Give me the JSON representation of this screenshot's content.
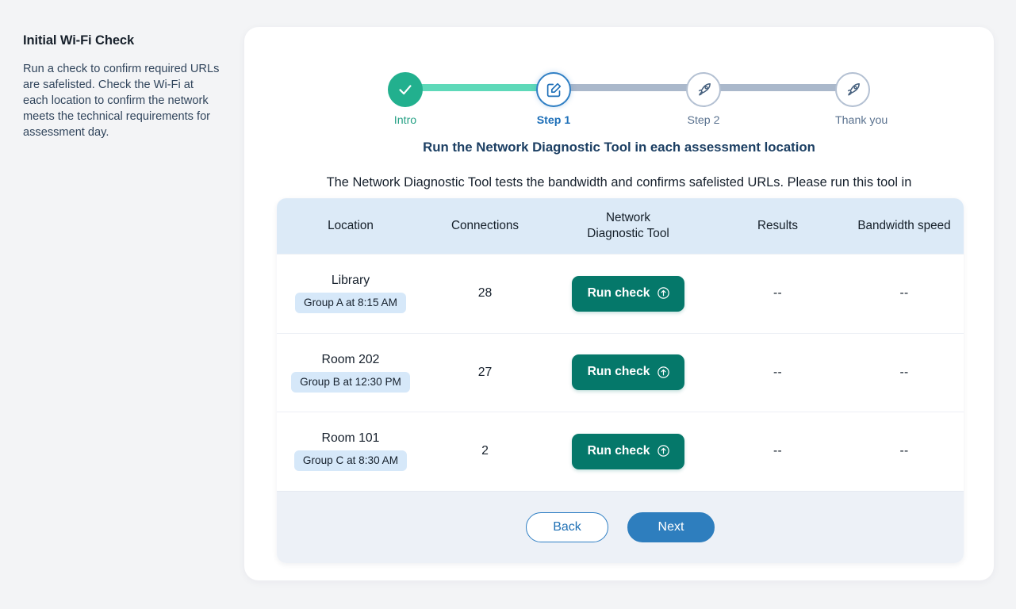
{
  "sidebar": {
    "title": "Initial Wi-Fi Check",
    "body": "Run a check to confirm required URLs are safelisted. Check the Wi-Fi at each location to confirm the network meets the technical requirements for assessment day."
  },
  "stepper": {
    "steps": [
      {
        "label": "Intro",
        "state": "complete",
        "icon": "check-icon"
      },
      {
        "label": "Step 1",
        "state": "active",
        "icon": "edit-pencil-icon"
      },
      {
        "label": "Step 2",
        "state": "pending",
        "icon": "rocket-icon"
      },
      {
        "label": "Thank you",
        "state": "pending",
        "icon": "rocket-icon"
      }
    ],
    "colors": {
      "complete": "#22b08e",
      "complete_line": "#5ed9b9",
      "active": "#2f7fc4",
      "pending": "#b3c0d2",
      "pending_line": "#aab8cb"
    }
  },
  "main": {
    "heading": "Run the Network Diagnostic Tool in each assessment location",
    "description": "The Network Diagnostic Tool tests the bandwidth and confirms safelisted URLs. Please run this tool in each designated assessment location on the Wi-Fi network NAEP will use."
  },
  "table": {
    "headers": {
      "location": "Location",
      "connections": "Connections",
      "tool_line1": "Network",
      "tool_line2": "Diagnostic Tool",
      "results": "Results",
      "bandwidth": "Bandwidth speed"
    },
    "rows": [
      {
        "location": "Library",
        "badge": "Group A at 8:15 AM",
        "connections": "28",
        "action_label": "Run check",
        "action_icon": "arrow-up-circle-icon",
        "results": "--",
        "bandwidth": "--"
      },
      {
        "location": "Room 202",
        "badge": "Group B at 12:30 PM",
        "connections": "27",
        "action_label": "Run check",
        "action_icon": "arrow-up-circle-icon",
        "results": "--",
        "bandwidth": "--"
      },
      {
        "location": "Room 101",
        "badge": "Group C at 8:30 AM",
        "connections": "2",
        "action_label": "Run check",
        "action_icon": "arrow-up-circle-icon",
        "results": "--",
        "bandwidth": "--"
      }
    ],
    "colors": {
      "header_bg": "#dceaf7",
      "badge_bg": "#d6e8f9",
      "run_button": "#05786a",
      "footer_bg": "#edf1f7"
    }
  },
  "footer": {
    "back_label": "Back",
    "next_label": "Next",
    "next_color": "#2e7ebe"
  }
}
